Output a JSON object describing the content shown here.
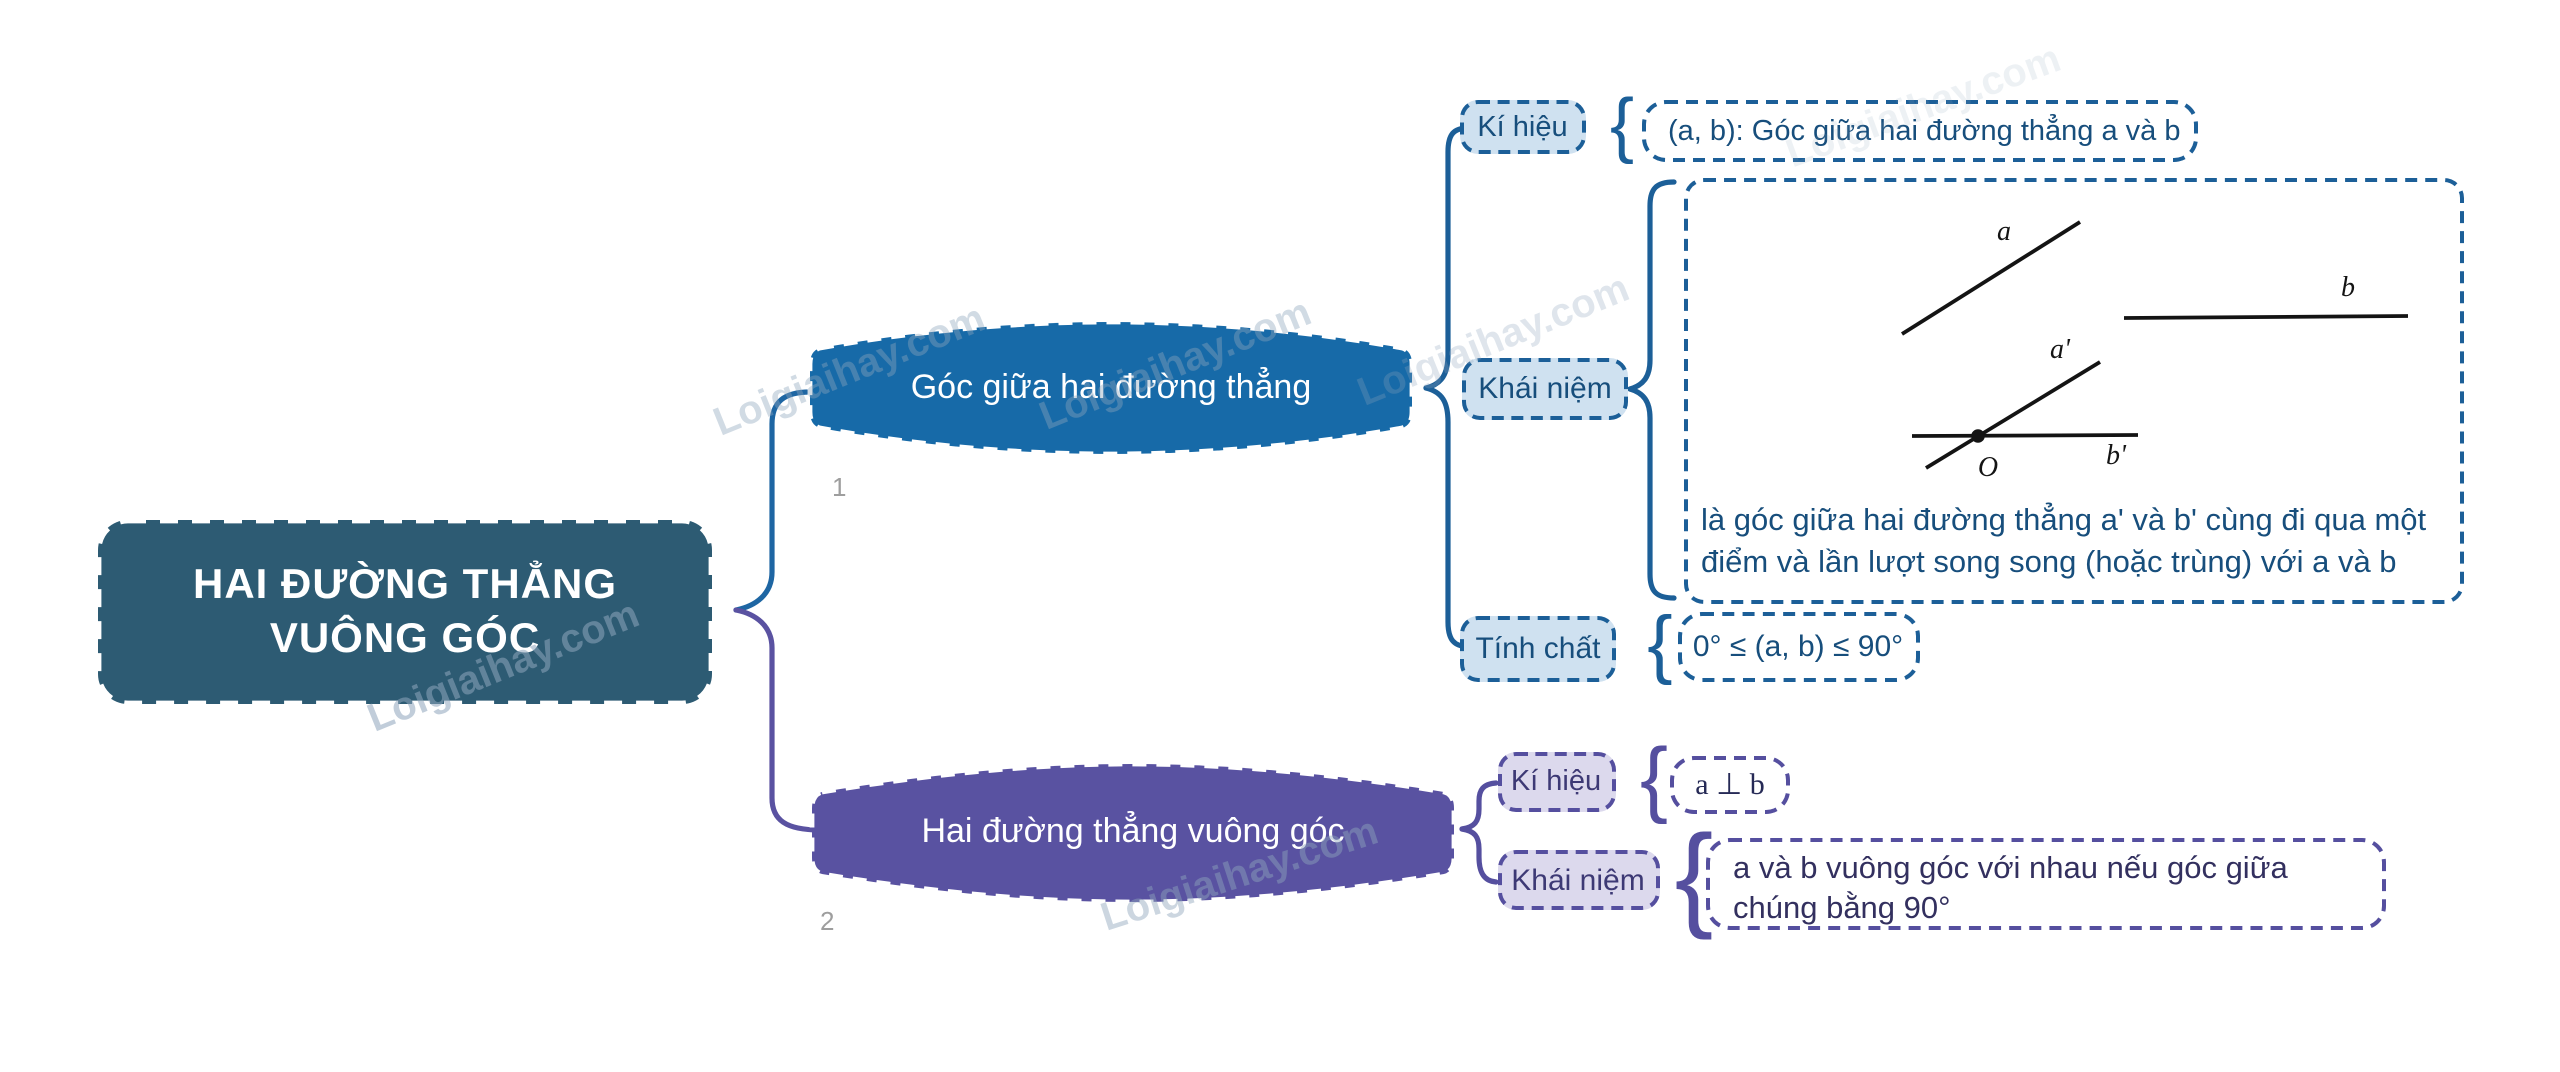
{
  "watermark": "Loigiaihay.com",
  "glyphs": {
    "brace": "{"
  },
  "root": {
    "line1": "HAI ĐƯỜNG THẲNG",
    "line2": "VUÔNG GÓC"
  },
  "branch1": {
    "index": "1",
    "title": "Góc giữa hai đường thẳng",
    "ki_hieu": {
      "label": "Kí hiệu",
      "content": "(a, b): Góc giữa hai đường thẳng a và b"
    },
    "khai_niem": {
      "label": "Khái niệm",
      "figure": {
        "a": "a",
        "b": "b",
        "a_prime": "a'",
        "b_prime": "b'",
        "o": "O"
      },
      "content": "là góc giữa hai đường thẳng a' và b' cùng đi qua một điểm và lần lượt song song (hoặc trùng) với a và b"
    },
    "tinh_chat": {
      "label": "Tính chất",
      "content": "0° ≤ (a, b) ≤ 90°"
    }
  },
  "branch2": {
    "index": "2",
    "title": "Hai đường thẳng vuông góc",
    "ki_hieu": {
      "label": "Kí hiệu",
      "content": "a ⊥ b"
    },
    "khai_niem": {
      "label": "Khái niệm",
      "content": "a và b vuông góc với nhau nếu góc giữa chúng bằng 90°"
    }
  },
  "colors": {
    "root_fill": "#2D5B73",
    "branch1_fill": "#176AA8",
    "branch2_fill": "#5952A1",
    "blue_accent": "#1C5F98",
    "purple_accent": "#554F9F",
    "watermark": "#8FA6BC",
    "index_gray": "#9E9E9E"
  }
}
